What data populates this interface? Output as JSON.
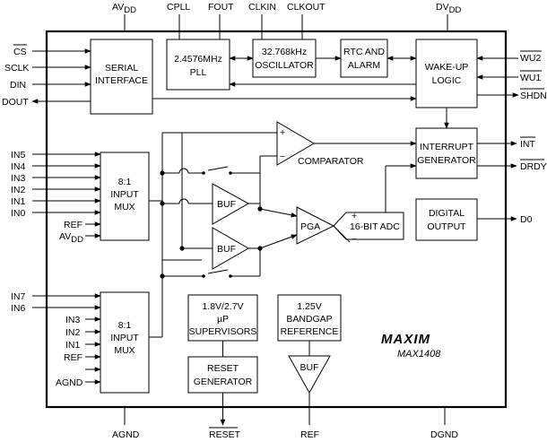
{
  "pins_top": [
    {
      "key": "avdd",
      "text": "AV",
      "sub": "DD"
    },
    {
      "key": "cpll",
      "text": "CPLL",
      "sub": ""
    },
    {
      "key": "fout",
      "text": "FOUT",
      "sub": ""
    },
    {
      "key": "clkin",
      "text": "CLKIN",
      "sub": ""
    },
    {
      "key": "clkout",
      "text": "CLKOUT",
      "sub": ""
    },
    {
      "key": "dvdd",
      "text": "DV",
      "sub": "DD"
    }
  ],
  "pins_left": [
    {
      "key": "cs",
      "text": "CS",
      "overline": true
    },
    {
      "key": "sclk",
      "text": "SCLK",
      "overline": false
    },
    {
      "key": "din",
      "text": "DIN",
      "overline": false
    },
    {
      "key": "dout",
      "text": "DOUT",
      "overline": false
    },
    {
      "key": "in5",
      "text": "IN5",
      "overline": false
    },
    {
      "key": "in4",
      "text": "IN4",
      "overline": false
    },
    {
      "key": "in3a",
      "text": "IN3",
      "overline": false
    },
    {
      "key": "in2a",
      "text": "IN2",
      "overline": false
    },
    {
      "key": "in1a",
      "text": "IN1",
      "overline": false
    },
    {
      "key": "in0",
      "text": "IN0",
      "overline": false
    },
    {
      "key": "in7",
      "text": "IN7",
      "overline": false
    },
    {
      "key": "in6",
      "text": "IN6",
      "overline": false
    }
  ],
  "pins_inner": [
    {
      "key": "refa",
      "text": "REF",
      "sub": ""
    },
    {
      "key": "avdd2",
      "text": "AV",
      "sub": "DD"
    },
    {
      "key": "in3b",
      "text": "IN3",
      "sub": ""
    },
    {
      "key": "in2b",
      "text": "IN2",
      "sub": ""
    },
    {
      "key": "in1b",
      "text": "IN1",
      "sub": ""
    },
    {
      "key": "refb",
      "text": "REF",
      "sub": ""
    },
    {
      "key": "agnd2",
      "text": "AGND",
      "sub": ""
    }
  ],
  "pins_right": [
    {
      "key": "wu2",
      "text": "WU2",
      "overline": true
    },
    {
      "key": "wu1",
      "text": "WU1",
      "overline": true
    },
    {
      "key": "shdn",
      "text": "SHDN",
      "overline": true
    },
    {
      "key": "int",
      "text": "INT",
      "overline": true
    },
    {
      "key": "drdy",
      "text": "DRDY",
      "overline": true
    },
    {
      "key": "d0",
      "text": "D0",
      "overline": false
    }
  ],
  "pins_bottom": [
    {
      "key": "agnd",
      "text": "AGND",
      "overline": false
    },
    {
      "key": "reset",
      "text": "RESET",
      "overline": true
    },
    {
      "key": "ref",
      "text": "REF",
      "overline": false
    },
    {
      "key": "dgnd",
      "text": "DGND",
      "overline": false
    }
  ],
  "blocks": {
    "serial": [
      "SERIAL",
      "INTERFACE"
    ],
    "pll": [
      "2.4576MHz",
      "PLL"
    ],
    "osc": [
      "32.768kHz",
      "OSCILLATOR"
    ],
    "rtc": [
      "RTC AND",
      "ALARM"
    ],
    "wake": [
      "WAKE-UP",
      "LOGIC"
    ],
    "irq": [
      "INTERRUPT",
      "GENERATOR"
    ],
    "mux1": [
      "8:1",
      "INPUT",
      "MUX"
    ],
    "mux2": [
      "8:1",
      "INPUT",
      "MUX"
    ],
    "dout_blk": [
      "DIGITAL",
      "OUTPUT"
    ],
    "sup": [
      "1.8V/2.7V",
      "µP",
      "SUPERVISORS"
    ],
    "rstgen": [
      "RESET",
      "GENERATOR"
    ],
    "bandgap": [
      "1.25V",
      "BANDGAP",
      "REFERENCE"
    ]
  },
  "amps": {
    "comparator": "COMPARATOR",
    "buf1": "BUF",
    "buf2": "BUF",
    "buf3": "BUF",
    "pga": "PGA",
    "adc": "16-BIT ADC",
    "plus": "+",
    "minus": "−"
  },
  "logo": "MAXIM",
  "part_number": "MAX1408"
}
